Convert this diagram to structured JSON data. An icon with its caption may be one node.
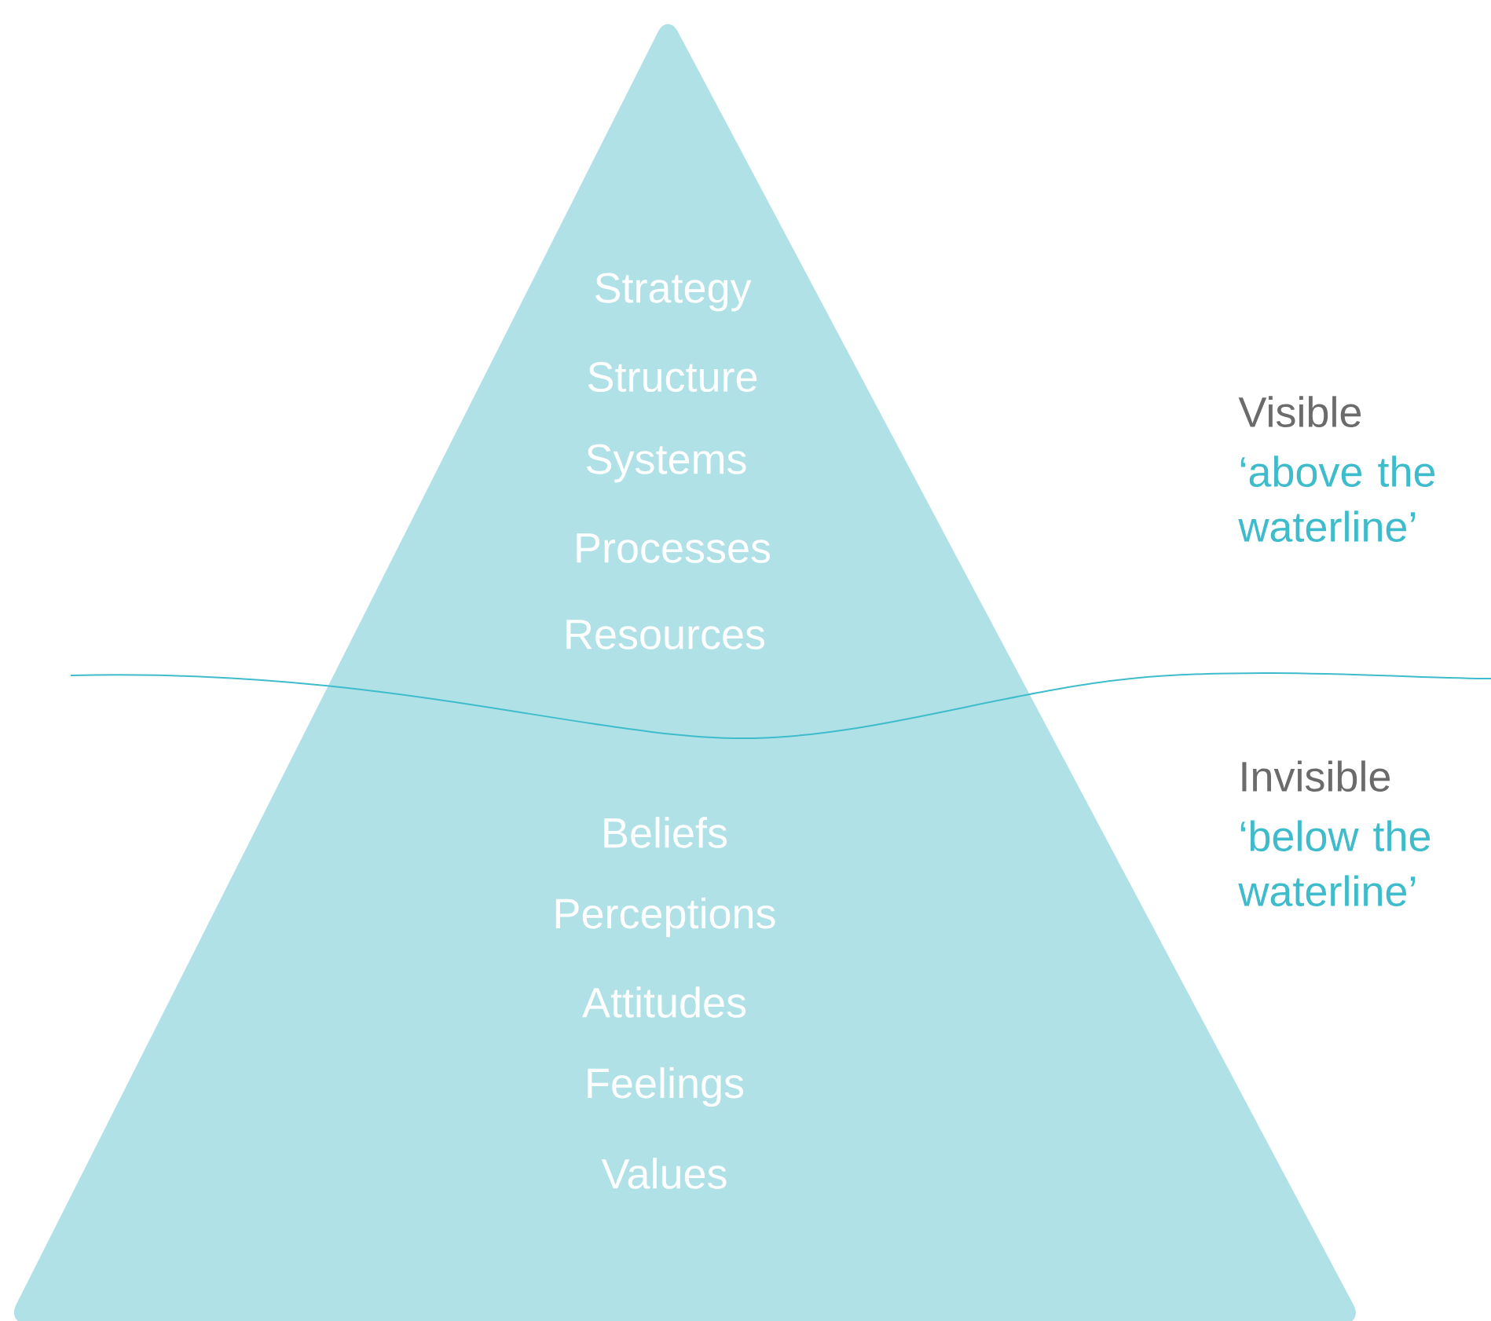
{
  "diagram": {
    "nodes": [
      {
        "text": [
          "Strategy",
          "Structure",
          "Systems",
          "Processes",
          "Resources",
          "Beliefs",
          "Perceptions",
          "Attitudes",
          "Feelings",
          "Values"
        ]
      }
    ],
    "labels": [
      "Visible",
      "‘above the waterline’",
      "Invisible",
      "‘below the waterline’"
    ]
  }
}
